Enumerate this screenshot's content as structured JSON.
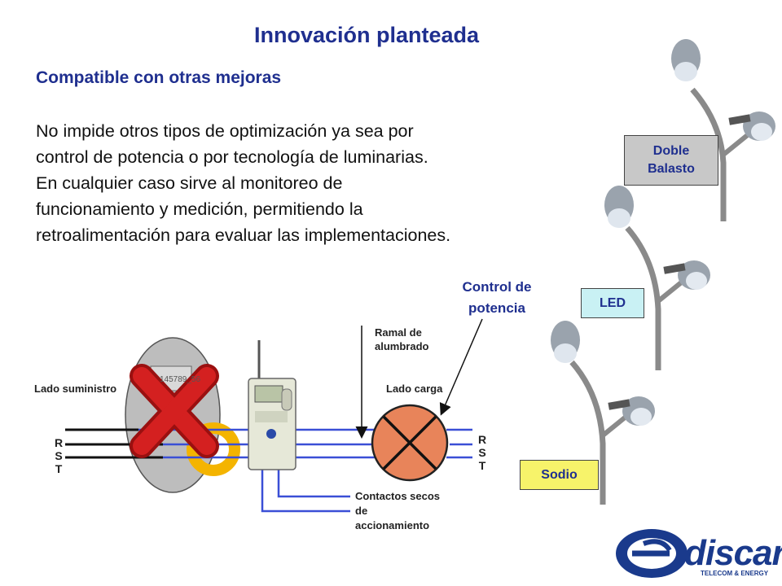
{
  "slide": {
    "title": "Innovación planteada",
    "subtitle": "Compatible con otras mejoras",
    "paragraph1": "No impide otros tipos de optimización ya sea por control de potencia o por tecnología de luminarias.",
    "paragraph2": "En cualquier caso sirve al monitoreo de funcionamiento y medición, permitiendo la retroalimentación para evaluar las implementaciones."
  },
  "lamp_tags": {
    "doble_line1": "Doble",
    "doble_line2": "Balasto",
    "led": "LED",
    "sodio": "Sodio"
  },
  "diagram": {
    "control_line1": "Control de",
    "control_line2": "potencia",
    "lado_suministro": "Lado suministro",
    "ramal_line1": "Ramal de",
    "ramal_line2": "alumbrado",
    "lado_carga": "Lado carga",
    "contactos_line1": "Contactos secos",
    "contactos_line2": "de",
    "contactos_line3": "accionamiento",
    "rst": [
      "R",
      "S",
      "T"
    ],
    "meter_serial": "145789_56"
  },
  "logo": {
    "word": "discar",
    "tagline": "TELECOM & ENERGY"
  },
  "colors": {
    "title": "#1f2f8f",
    "wire": "#3a4fd6",
    "cross_red": "#d42020",
    "load_orange": "#e8845a",
    "ring_yellow": "#f4b400",
    "tag_doble": "#c8c8c8",
    "tag_led": "#c9f1f4",
    "tag_sodio": "#f7f36a"
  }
}
